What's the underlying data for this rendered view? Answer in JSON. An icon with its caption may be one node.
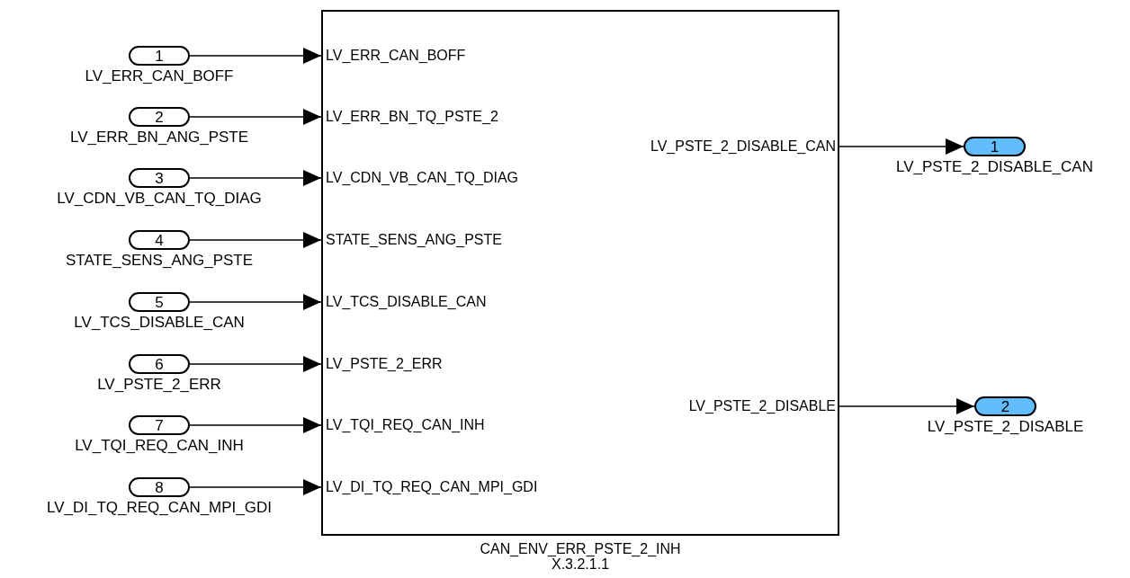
{
  "diagram": {
    "nodes": [
      {
        "text": [
          "LV_ERR_CAN_BOFF",
          "LV_ERR_BN_TQ_PSTE_2",
          "LV_CDN_VB_CAN_TQ_DIAG",
          "STATE_SENS_ANG_PSTE",
          "LV_TCS_DISABLE_CAN",
          "LV_PSTE_2_ERR",
          "LV_TQI_REQ_CAN_INH",
          "LV_DI_TQ_REQ_CAN_MPI_GDI",
          "LV_PSTE_2_DISABLE_CAN",
          "LV_PSTE_2_DISABLE"
        ],
        "beside": [
          "CAN_ENV_ERR_PSTE_2_INH",
          "X.3.2.1.1"
        ]
      },
      {
        "text": [
          "1"
        ],
        "beside": [
          "LV_ERR_CAN_BOFF"
        ]
      },
      {
        "text": [
          "2"
        ],
        "beside": [
          "LV_ERR_BN_ANG_PSTE"
        ]
      },
      {
        "text": [
          "3"
        ],
        "beside": [
          "LV_CDN_VB_CAN_TQ_DIAG"
        ]
      },
      {
        "text": [
          "4"
        ],
        "beside": [
          "STATE_SENS_ANG_PSTE"
        ]
      },
      {
        "text": [
          "5"
        ],
        "beside": [
          "LV_TCS_DISABLE_CAN"
        ]
      },
      {
        "text": [
          "6"
        ],
        "beside": [
          "LV_PSTE_2_ERR"
        ]
      },
      {
        "text": [
          "7"
        ],
        "beside": [
          "LV_TQI_REQ_CAN_INH"
        ]
      },
      {
        "text": [
          "8"
        ],
        "beside": [
          "LV_DI_TQ_REQ_CAN_MPI_GDI"
        ]
      },
      {
        "text": [
          "1"
        ],
        "beside": [
          "LV_PSTE_2_DISABLE_CAN"
        ]
      },
      {
        "text": [
          "2"
        ],
        "beside": [
          "LV_PSTE_2_DISABLE"
        ]
      }
    ],
    "edges": [
      {
        "from": 1,
        "to": 0,
        "arrow": "to"
      },
      {
        "from": 2,
        "to": 0,
        "arrow": "to"
      },
      {
        "from": 3,
        "to": 0,
        "arrow": "to"
      },
      {
        "from": 4,
        "to": 0,
        "arrow": "to"
      },
      {
        "from": 5,
        "to": 0,
        "arrow": "to"
      },
      {
        "from": 6,
        "to": 0,
        "arrow": "to"
      },
      {
        "from": 7,
        "to": 0,
        "arrow": "to"
      },
      {
        "from": 8,
        "to": 0,
        "arrow": "to"
      },
      {
        "from": 0,
        "to": 9,
        "arrow": "to"
      },
      {
        "from": 0,
        "to": 10,
        "arrow": "to"
      }
    ]
  }
}
